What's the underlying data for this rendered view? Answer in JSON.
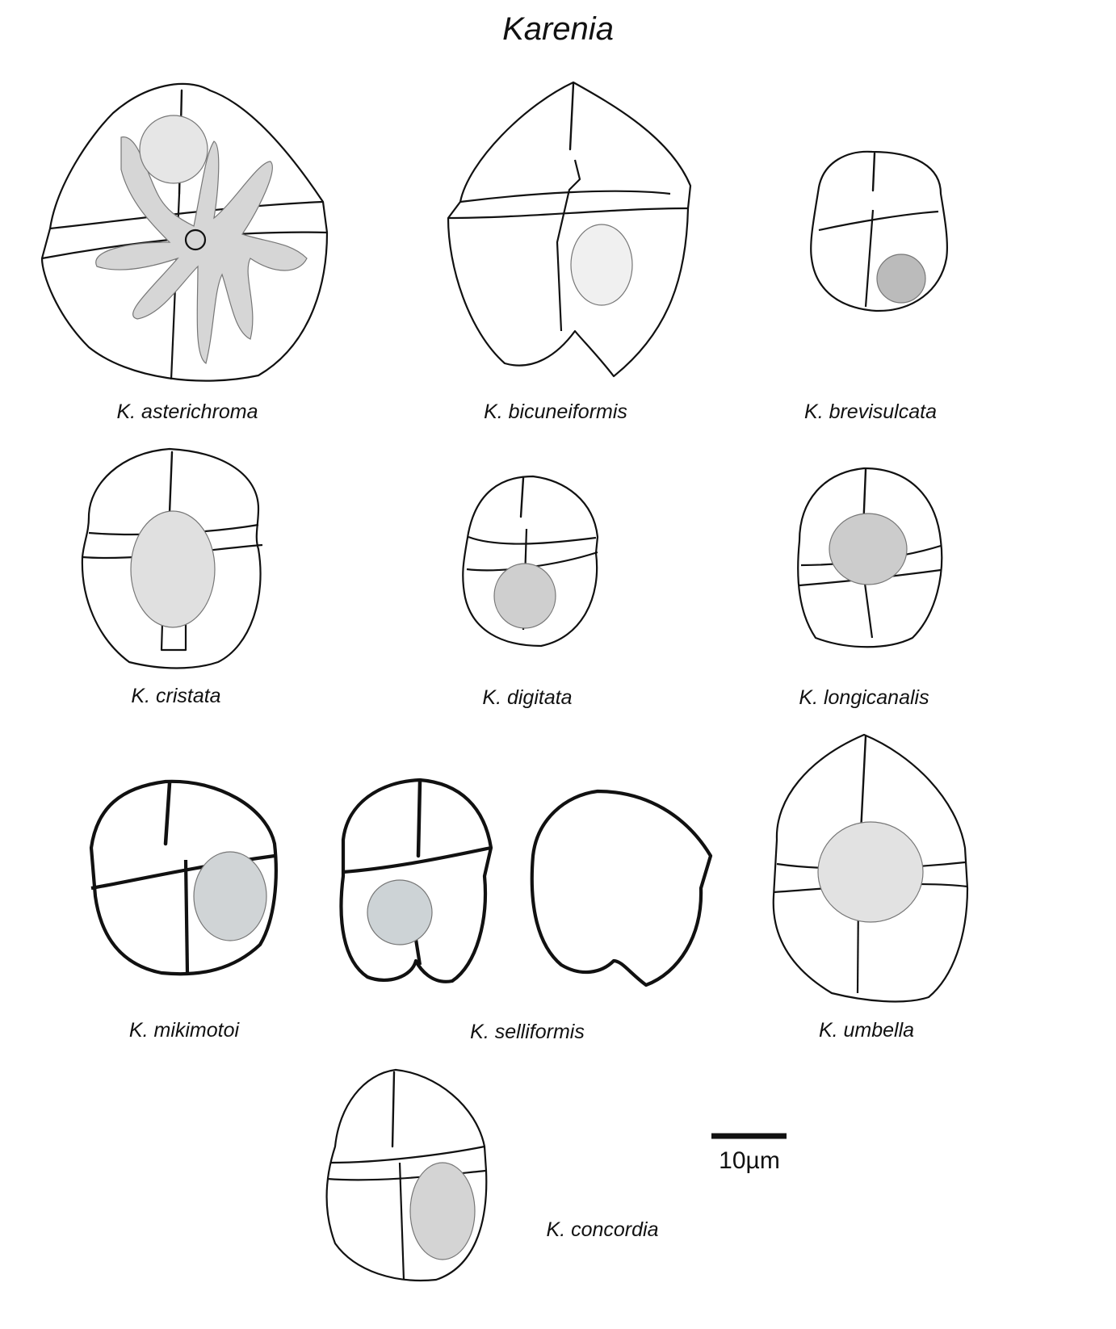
{
  "figure": {
    "title": "Karenia",
    "species": [
      {
        "id": "asterichroma",
        "label": "K. asterichroma"
      },
      {
        "id": "bicuneiformis",
        "label": "K. bicuneiformis"
      },
      {
        "id": "brevisulcata",
        "label": "K. brevisulcata"
      },
      {
        "id": "cristata",
        "label": "K. cristata"
      },
      {
        "id": "digitata",
        "label": "K. digitata"
      },
      {
        "id": "longicanalis",
        "label": "K. longicanalis"
      },
      {
        "id": "mikimotoi",
        "label": "K. mikimotoi"
      },
      {
        "id": "selliformis",
        "label": "K. selliformis"
      },
      {
        "id": "umbella",
        "label": "K. umbella"
      },
      {
        "id": "concordia",
        "label": "K. concordia"
      }
    ],
    "scale_bar": {
      "label": "10µm"
    }
  }
}
